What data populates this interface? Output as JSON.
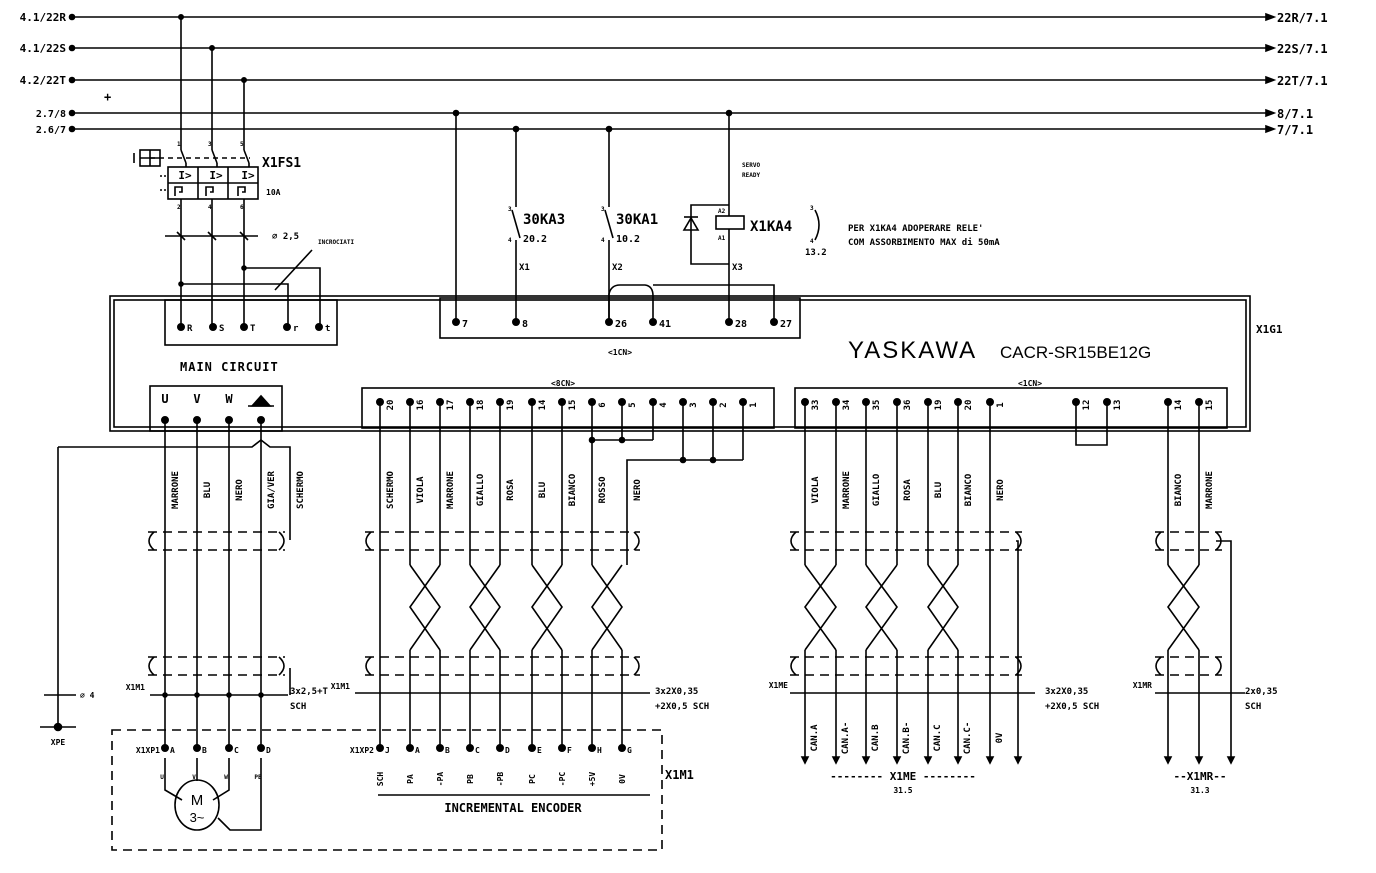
{
  "bus": {
    "left": [
      "4.1/22R",
      "4.1/22S",
      "4.2/22T",
      "2.7/8",
      "2.6/7"
    ],
    "right": [
      "22R/7.1",
      "22S/7.1",
      "22T/7.1",
      "8/7.1",
      "7/7.1"
    ],
    "plus": "+"
  },
  "breaker": {
    "tag": "X1FS1",
    "rating": "10A",
    "pins_top": [
      "1",
      "3",
      "5"
    ],
    "pins_bottom": [
      "2",
      "4",
      "6"
    ],
    "trip_symbol": "I>",
    "section": "⌀ 2,5",
    "note": "INCROCIATI"
  },
  "drive": {
    "tag": "X1G1",
    "brand": "YASKAWA",
    "model": "CACR-SR15BE12G",
    "main_circuit": "MAIN CIRCUIT",
    "inputs": [
      "R",
      "S",
      "T",
      "r",
      "t"
    ],
    "outputs": [
      "U",
      "V",
      "W"
    ]
  },
  "cn1_top": {
    "label": "<1CN>",
    "terminals": [
      "7",
      "8",
      "26",
      "41",
      "28",
      "27"
    ]
  },
  "contacts": [
    {
      "tag": "30KA3",
      "ref": "20.2",
      "pin_a": "3",
      "pin_b": "4",
      "wire": "X1"
    },
    {
      "tag": "30KA1",
      "ref": "10.2",
      "pin_a": "3",
      "pin_b": "4",
      "wire": "X2"
    }
  ],
  "relay": {
    "tag": "X1KA4",
    "pin_a2": "A2",
    "pin_a1": "A1",
    "wire": "X3",
    "signal_1": "SERVO",
    "signal_2": "READY",
    "contact_pin_a": "3",
    "contact_pin_b": "4",
    "contact_ref": "13.2",
    "note_1": "PER X1KA4 ADOPERARE RELE'",
    "note_2": "COM ASSORBIMENTO MAX di 50mA"
  },
  "cn8": {
    "label": "<8CN>",
    "terminals": [
      "20",
      "16",
      "17",
      "18",
      "19",
      "14",
      "15",
      "6",
      "5",
      "4",
      "3",
      "2",
      "1"
    ],
    "wires": [
      "SCHERMO",
      "VIOLA",
      "MARRONE",
      "GIALLO",
      "ROSA",
      "BLU",
      "BIANCO",
      "ROSSO",
      "NERO"
    ]
  },
  "cn1_right": {
    "label": "<1CN>",
    "terminals": [
      "33",
      "34",
      "35",
      "36",
      "19",
      "20",
      "1",
      "12",
      "13",
      "14",
      "15"
    ],
    "wires_encoder": [
      "VIOLA",
      "MARRONE",
      "GIALLO",
      "ROSA",
      "BLU",
      "BIANCO",
      "NERO"
    ],
    "wires_aux": [
      "BIANCO",
      "MARRONE"
    ]
  },
  "motor_cable": {
    "wires": [
      "MARRONE",
      "BLU",
      "NERO",
      "GIA/VER",
      "SCHERMO"
    ],
    "connector": "X1M1",
    "spec_1": "3x2,5+T",
    "spec_2": "SCH",
    "earth_section": "⌀ 4",
    "earth_tag": "XPE"
  },
  "motor": {
    "plug": "X1XP1",
    "pins": [
      "A",
      "B",
      "C",
      "D"
    ],
    "phases": [
      "U",
      "V",
      "W",
      "PE"
    ],
    "symbol_1": "M",
    "symbol_2": "3~"
  },
  "encoder_cable": {
    "connector": "X1M1",
    "spec_1": "3x2X0,35",
    "spec_2": "+2X0,5 SCH"
  },
  "encoder": {
    "plug": "X1XP2",
    "pins": [
      "J",
      "A",
      "B",
      "C",
      "D",
      "E",
      "F",
      "H",
      "G"
    ],
    "signals": [
      "SCH",
      "PA",
      "-PA",
      "PB",
      "-PB",
      "PC",
      "-PC",
      "+5V",
      "0V"
    ],
    "title": "INCREMENTAL ENCODER",
    "unit_tag": "X1M1"
  },
  "x1me": {
    "connector": "X1ME",
    "spec_1": "3x2X0,35",
    "spec_2": "+2X0,5 SCH",
    "signals": [
      "CAN.A",
      "CAN.A-",
      "CAN.B",
      "CAN.B-",
      "CAN.C",
      "CAN.C-",
      "0V"
    ],
    "footer": "--------  X1ME  --------",
    "ref": "31.5"
  },
  "x1mr": {
    "connector": "X1MR",
    "spec_1": "2x0,35",
    "spec_2": "SCH",
    "footer": "--X1MR--",
    "ref": "31.3"
  }
}
